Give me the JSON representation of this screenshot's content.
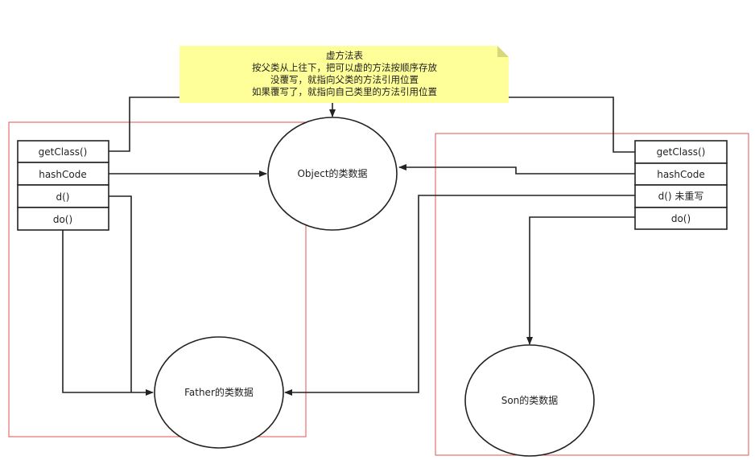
{
  "note": {
    "title": "虚方法表",
    "lines": [
      "按父类从上往下，把可以虚的方法按顺序存放",
      "没覆写，就指向父类的方法引用位置",
      "如果覆写了，就指向自己类里的方法引用位置"
    ],
    "fill": "#ffff99"
  },
  "father_table": {
    "rows": [
      "getClass()",
      "hashCode",
      "d()",
      "do()"
    ]
  },
  "son_table": {
    "rows": [
      "getClass()",
      "hashCode",
      "d() 未重写",
      "do()"
    ]
  },
  "nodes": {
    "object": "Object的类数据",
    "father": "Father的类数据",
    "son": "Son的类数据"
  },
  "colors": {
    "group_border": "#e05050",
    "line": "#222222"
  }
}
